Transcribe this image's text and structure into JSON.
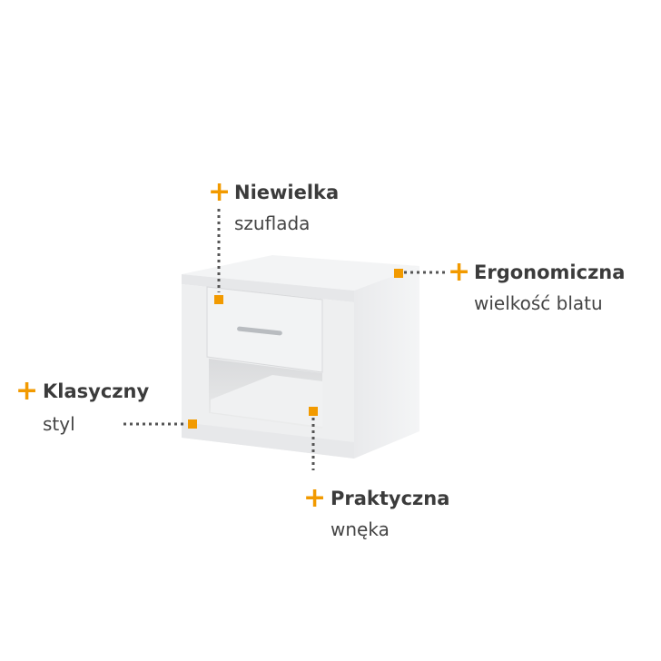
{
  "accent_color": "#f29a00",
  "product": "nightstand-with-drawer",
  "features": [
    {
      "title": "Niewielka",
      "subtitle": "szuflada"
    },
    {
      "title": "Ergonomiczna",
      "subtitle": "wielkość blatu"
    },
    {
      "title": "Klasyczny",
      "subtitle": "styl"
    },
    {
      "title": "Praktyczna",
      "subtitle": "wnęka"
    }
  ]
}
